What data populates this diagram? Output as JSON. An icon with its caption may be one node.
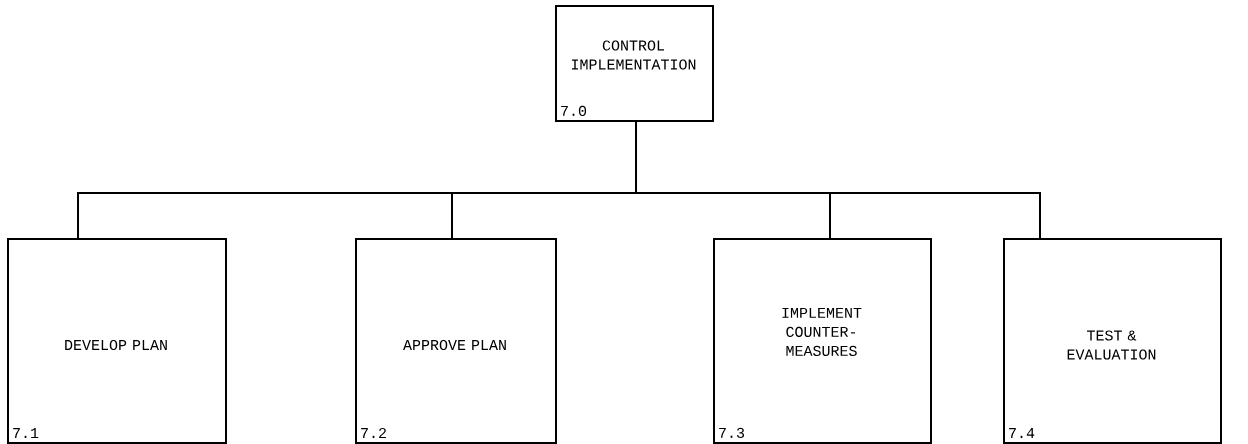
{
  "diagram": {
    "nodes": [
      {
        "text": [
          "CONTROL IMPLEMENTATION",
          "7.0"
        ]
      },
      {
        "text": [
          "DEVELOP PLAN",
          "7.1"
        ]
      },
      {
        "text": [
          "APPROVE PLAN",
          "7.2"
        ]
      },
      {
        "text": [
          "IMPLEMENT COUNTER- MEASURES",
          "7.3"
        ]
      },
      {
        "text": [
          "TEST & EVALUATION",
          "7.4"
        ]
      }
    ],
    "edges": [
      {
        "from": 0,
        "to": 1,
        "arrow": "none"
      },
      {
        "from": 0,
        "to": 2,
        "arrow": "none"
      },
      {
        "from": 0,
        "to": 3,
        "arrow": "none"
      },
      {
        "from": 0,
        "to": 4,
        "arrow": "none"
      }
    ]
  }
}
